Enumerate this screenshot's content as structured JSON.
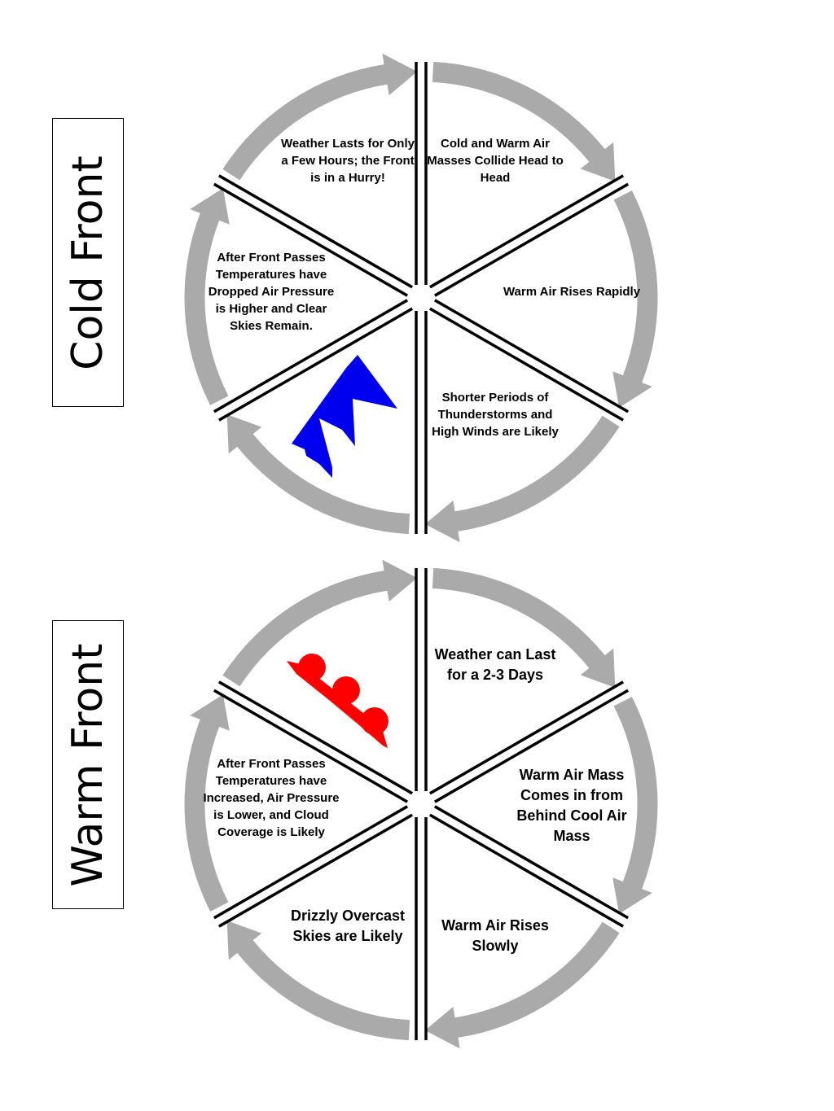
{
  "cold_front": {
    "title": "Cold Front",
    "symbol_color": "#0000ee",
    "segments": {
      "top_left": "Weather Lasts for Only a Few Hours; the Front is in a Hurry!",
      "top_right": "Cold and Warm Air Masses Collide Head to Head",
      "right": "Warm Air Rises Rapidly",
      "bottom_right": "Shorter Periods of Thunderstorms and High Winds are Likely",
      "left": "After Front Passes Temperatures have Dropped Air Pressure is Higher and Clear Skies Remain."
    }
  },
  "warm_front": {
    "title": "Warm Front",
    "symbol_color": "#ff0000",
    "segments": {
      "top_right": "Weather can Last for a 2-3 Days",
      "right": "Warm Air Mass Comes in from Behind Cool Air Mass",
      "bottom_right": "Warm Air Rises Slowly",
      "bottom_left": "Drizzly Overcast Skies are Likely",
      "left": "After Front Passes Temperatures have Increased, Air Pressure is Lower, and Cloud Coverage is Likely"
    }
  },
  "colors": {
    "arrow": "#aaaaaa",
    "divider": "#000000"
  }
}
